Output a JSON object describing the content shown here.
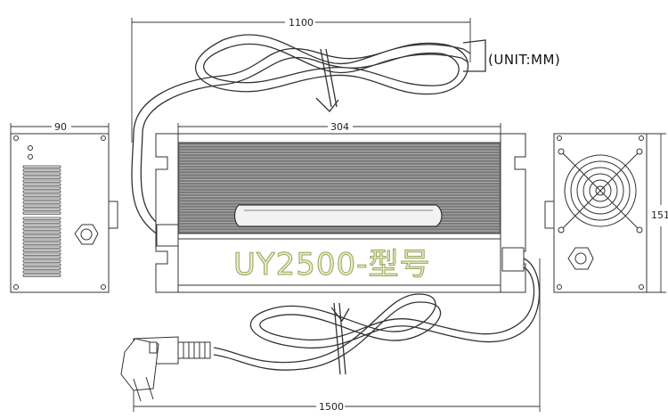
{
  "labels": {
    "unit": "(UNIT:MM)",
    "model": "UY2500-型号"
  },
  "dimensions": {
    "cable_output": "1100",
    "body_length": "304",
    "side_width": "90",
    "height": "151",
    "cable_input": "1500"
  },
  "colors": {
    "line": "#333333",
    "body_fill": "#7b7b7b",
    "model_text": "#e9edc8"
  }
}
